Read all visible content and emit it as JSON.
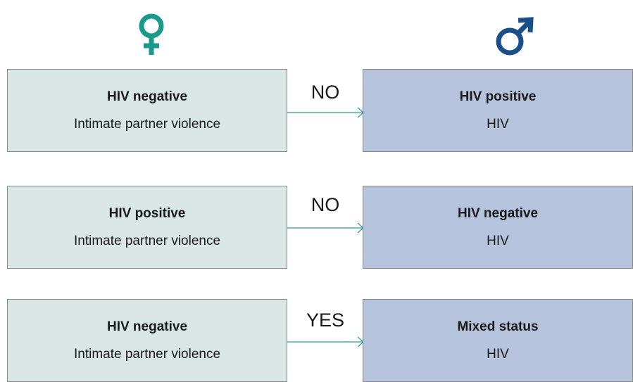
{
  "colors": {
    "female_symbol": "#1a9a8a",
    "male_symbol": "#1a4f8a",
    "female_box": "#dae5e6",
    "male_box": "#b6c3dd",
    "arrow": "#2a9a8a"
  },
  "icons": {
    "female": "female-symbol-icon",
    "male": "male-symbol-icon"
  },
  "rows": [
    {
      "female": {
        "title": "HIV negative",
        "subtitle": "Intimate partner violence"
      },
      "connector": "NO",
      "male": {
        "title": "HIV positive",
        "subtitle": "HIV"
      }
    },
    {
      "female": {
        "title": "HIV positive",
        "subtitle": "Intimate partner violence"
      },
      "connector": "NO",
      "male": {
        "title": "HIV negative",
        "subtitle": "HIV"
      }
    },
    {
      "female": {
        "title": "HIV negative",
        "subtitle": "Intimate partner violence"
      },
      "connector": "YES",
      "male": {
        "title": "Mixed status",
        "subtitle": "HIV"
      }
    }
  ]
}
